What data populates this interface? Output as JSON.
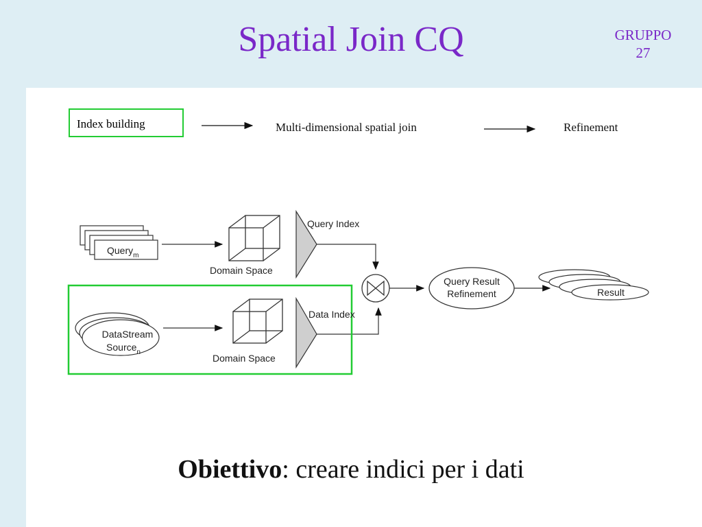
{
  "title": "Spatial Join CQ",
  "group": {
    "line1": "GRUPPO",
    "line2": "27"
  },
  "pipeline": {
    "stage1": "Index building",
    "stage2": "Multi-dimensional spatial join",
    "stage3": "Refinement"
  },
  "diagram": {
    "query": "Query",
    "query_sub": "m",
    "domain_space_top": "Domain Space",
    "query_index": "Query Index",
    "datastream_line1": "DataStream",
    "datastream_line2": "Source",
    "datastream_sub": "n",
    "domain_space_bottom": "Domain Space",
    "data_index": "Data Index",
    "refinement_line1": "Query Result",
    "refinement_line2": "Refinement",
    "result": "Result"
  },
  "objective": {
    "bold": "Obiettivo",
    "rest": ": creare indici per i dati"
  },
  "colors": {
    "title": "#7a28c8",
    "highlight": "#22cc33",
    "background": "#deeef4"
  }
}
